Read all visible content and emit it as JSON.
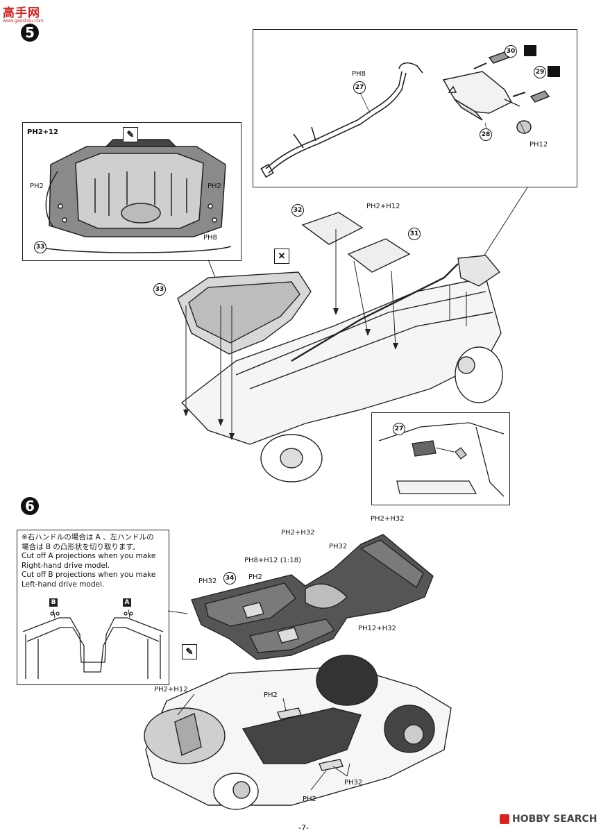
{
  "header": {
    "logo_text": "高手网",
    "logo_url": "www.gaoshou.com"
  },
  "step5": {
    "number": "5",
    "inset_left": {
      "paint_top": "PH2+12",
      "paint_left": "PH2",
      "paint_right": "PH2",
      "paint_bottom": "PH8",
      "part": "33"
    },
    "inset_top": {
      "paint_pipe": "PH8",
      "part_pipe": "27",
      "part_muffler": "28",
      "part_tip_a": "30",
      "part_tip_b": "29",
      "paint_tip": "PH12"
    },
    "main": {
      "part_cover_a": "32",
      "part_cover_b": "31",
      "paint_covers": "PH2+H12",
      "part_underpanel": "33"
    },
    "inset_bottom": {
      "part": "27"
    }
  },
  "step6": {
    "number": "6",
    "note": {
      "jp_line1": "※右ハンドルの場合は A 、左ハンドルの",
      "jp_line2": "場合は B の凸形状を切り取ります。",
      "en_line1": "Cut off A projections when you make",
      "en_line2": "Right-hand drive model.",
      "en_line3": "Cut off B projections when you make",
      "en_line4": "Left-hand drive model.",
      "tag_b": "B",
      "tag_a": "A"
    },
    "floor": {
      "part": "34",
      "paint_floor": "PH32",
      "paint_floor2": "PH32",
      "paint_pads": "PH2",
      "paint_tunnel": "PH8+H12 (1:18)",
      "paint_top1": "PH2+H32",
      "paint_top2": "PH2+H32",
      "paint_right": "PH12+H32"
    },
    "chassis": {
      "paint_front": "PH2+H12",
      "paint_center": "PH2",
      "paint_bottom": "PH2",
      "paint_side": "PH32"
    }
  },
  "footer": {
    "page": "-7-",
    "watermark": "HOBBY SEARCH"
  }
}
